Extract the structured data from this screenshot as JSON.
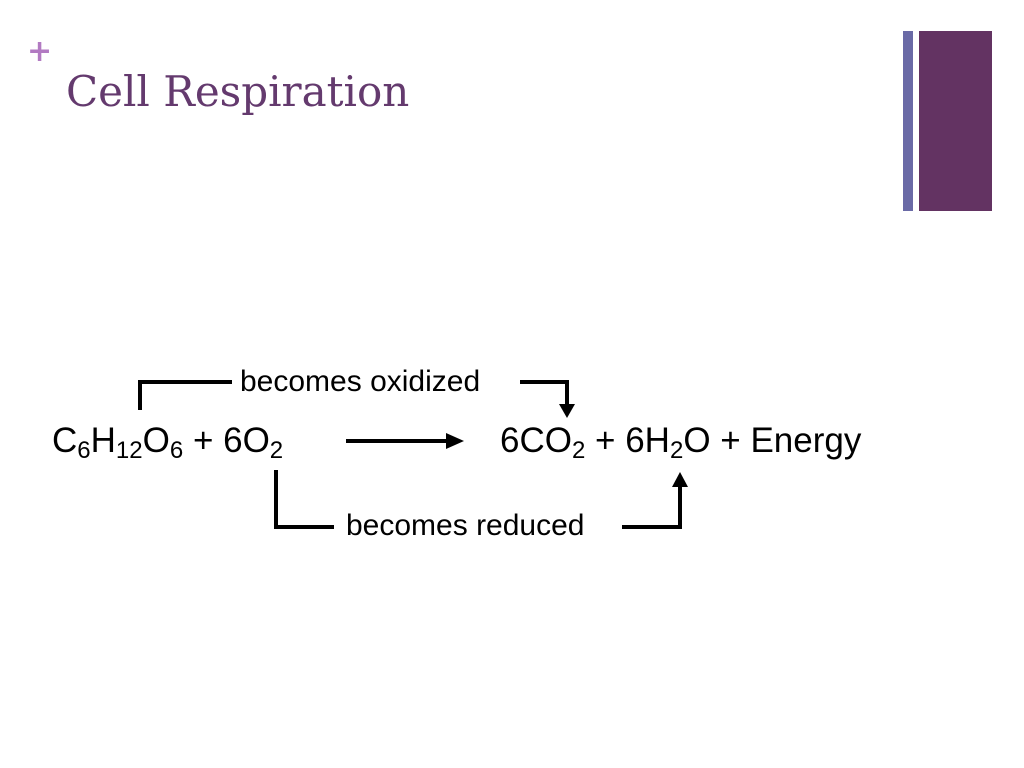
{
  "slide": {
    "plus_symbol": "+",
    "title": "Cell Respiration",
    "colors": {
      "accent": "#B27AC2",
      "title": "#643A6E",
      "bar_thin": "#6A6AA6",
      "bar_wide": "#633362",
      "diagram": "#000000"
    }
  },
  "equation": {
    "reactants": [
      {
        "text": "C",
        "sub": "6"
      },
      {
        "text": "H",
        "sub": "12"
      },
      {
        "text": "O",
        "sub": "6"
      },
      {
        "text": " + 6O",
        "sub": "2"
      }
    ],
    "products": [
      {
        "text": "6CO",
        "sub": "2"
      },
      {
        "text": " + 6H",
        "sub": "2"
      },
      {
        "text": "O + Energy",
        "sub": ""
      }
    ],
    "oxidized_label": "becomes oxidized",
    "reduced_label": "becomes reduced"
  }
}
